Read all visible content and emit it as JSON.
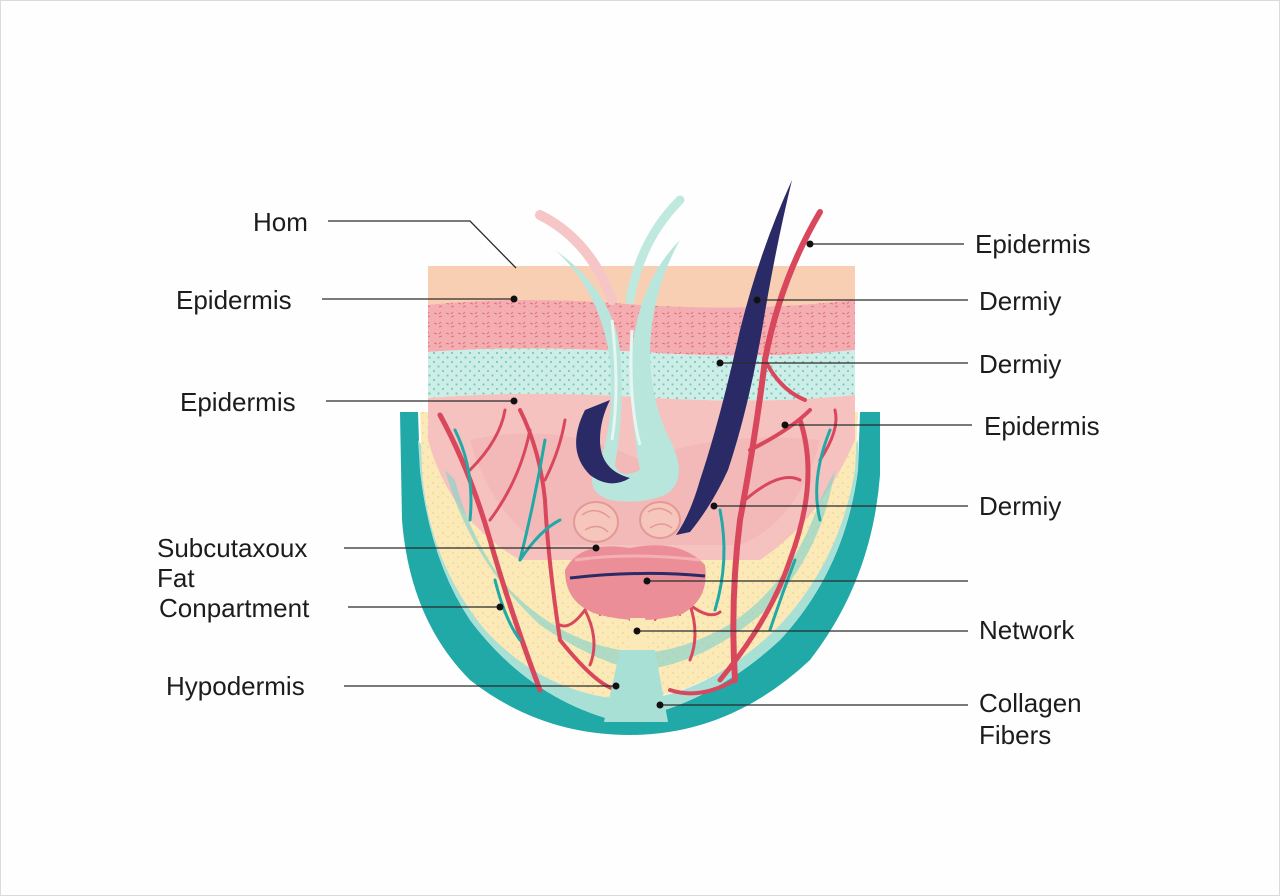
{
  "labels": {
    "left": [
      {
        "id": "hom",
        "text": "Hom"
      },
      {
        "id": "epidermis-1",
        "text": "Epidermis"
      },
      {
        "id": "epidermis-2",
        "text": "Epidermis"
      },
      {
        "id": "subcutaneous-1",
        "text": "Subcutaxoux"
      },
      {
        "id": "subcutaneous-2",
        "text": "Fat"
      },
      {
        "id": "compartment",
        "text": "Conpartment"
      },
      {
        "id": "hypodermis",
        "text": "Hypodermis"
      }
    ],
    "right": [
      {
        "id": "epidermis-r1",
        "text": "Epidermis"
      },
      {
        "id": "dermiy-1",
        "text": "Dermiy"
      },
      {
        "id": "dermiy-2",
        "text": "Dermiy"
      },
      {
        "id": "epidermis-r2",
        "text": "Epidermis"
      },
      {
        "id": "dermiy-3",
        "text": "Dermiy"
      },
      {
        "id": "network",
        "text": "Network"
      },
      {
        "id": "collagen-1",
        "text": "Collagen"
      },
      {
        "id": "collagen-2",
        "text": "Fibers"
      }
    ]
  },
  "colors": {
    "horn_layer": "#f9cfb3",
    "epidermis_pink": "#f4aeb1",
    "dots_layer": "#cdeee6",
    "dermis": "#f6c2bf",
    "fat": "#fbe9b7",
    "teal_outline": "#21a9a8",
    "teal_light": "#a9e0d6",
    "vessel_red": "#d9475d",
    "hair_navy": "#2a2a66",
    "lip_pink": "#ec8e97"
  }
}
